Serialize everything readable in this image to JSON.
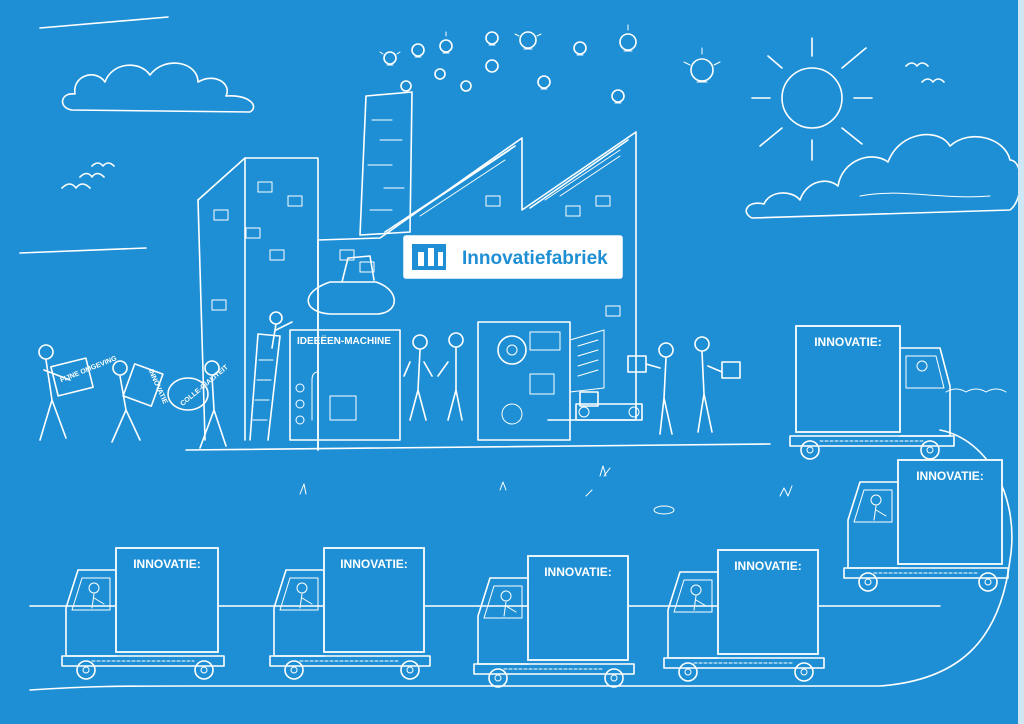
{
  "factory": {
    "sign": "Innovatiefabriek",
    "machine": "IDEEËEN-MACHINE"
  },
  "carried": {
    "bag1": "FIJNE OMGEVING",
    "bag2": "INNOVATIE",
    "bag3": "COLLE-GIALITEIT"
  },
  "trucks": [
    {
      "label": "INNOVATIE:"
    },
    {
      "label": "INNOVATIE:"
    },
    {
      "label": "INNOVATIE:"
    },
    {
      "label": "INNOVATIE:"
    },
    {
      "label": "INNOVATIE:"
    },
    {
      "label": "INNOVATIE:"
    },
    {
      "label": "INNOVATIE:"
    }
  ],
  "colors": {
    "background": "#1e8fd4",
    "line": "#ffffff"
  },
  "icons": [
    "sun-icon",
    "cloud-icon",
    "bird-icon",
    "lightbulb-icon",
    "factory-logo-icon"
  ]
}
